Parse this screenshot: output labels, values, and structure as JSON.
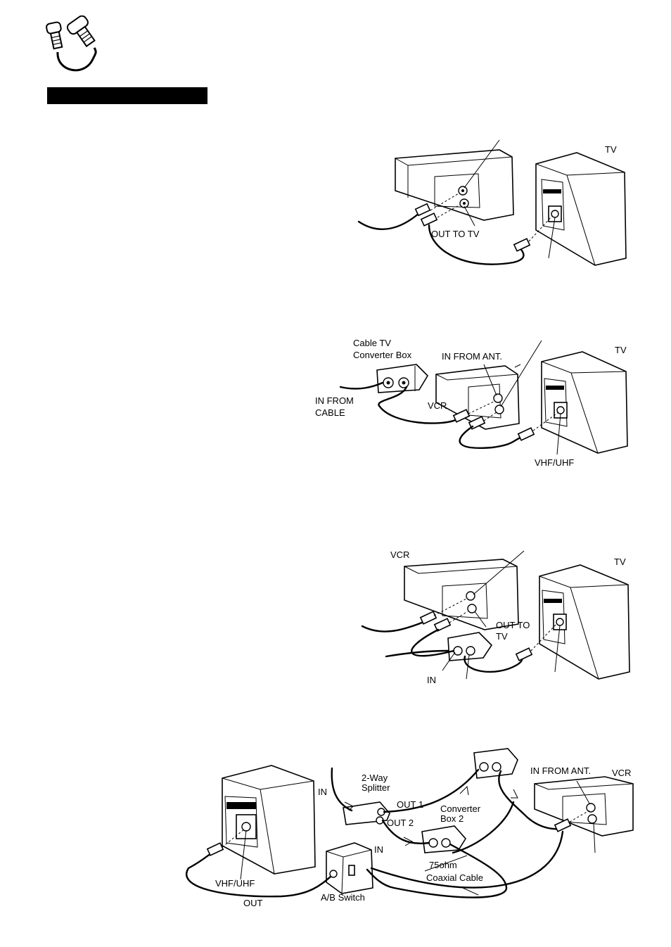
{
  "diagram1": {
    "tv": "TV",
    "out_to_tv": "OUT TO TV"
  },
  "diagram2": {
    "converter_line1": "Cable TV",
    "converter_line2": "Converter Box",
    "in_from_ant": "IN FROM ANT.",
    "tv": "TV",
    "in_from_line1": "IN FROM",
    "in_from_line2": "CABLE",
    "vcr": "VCR",
    "vhf_uhf": "VHF/UHF"
  },
  "diagram3": {
    "vcr": "VCR",
    "tv": "TV",
    "out_to_line1": "OUT TO",
    "out_to_line2": "TV",
    "in": "IN"
  },
  "diagram4": {
    "in": "IN",
    "splitter_line1": "2-Way",
    "splitter_line2": "Splitter",
    "out1": "OUT 1",
    "out2": "OUT 2",
    "converter_line1": "Converter",
    "converter_line2": "Box 2",
    "in_from_ant": "IN FROM ANT.",
    "vcr": "VCR",
    "switch_in": "IN",
    "coax_line1": "75ohm",
    "coax_line2": "Coaxial Cable",
    "vhf_uhf": "VHF/UHF",
    "out": "OUT",
    "ab_switch": "A/B Switch"
  }
}
